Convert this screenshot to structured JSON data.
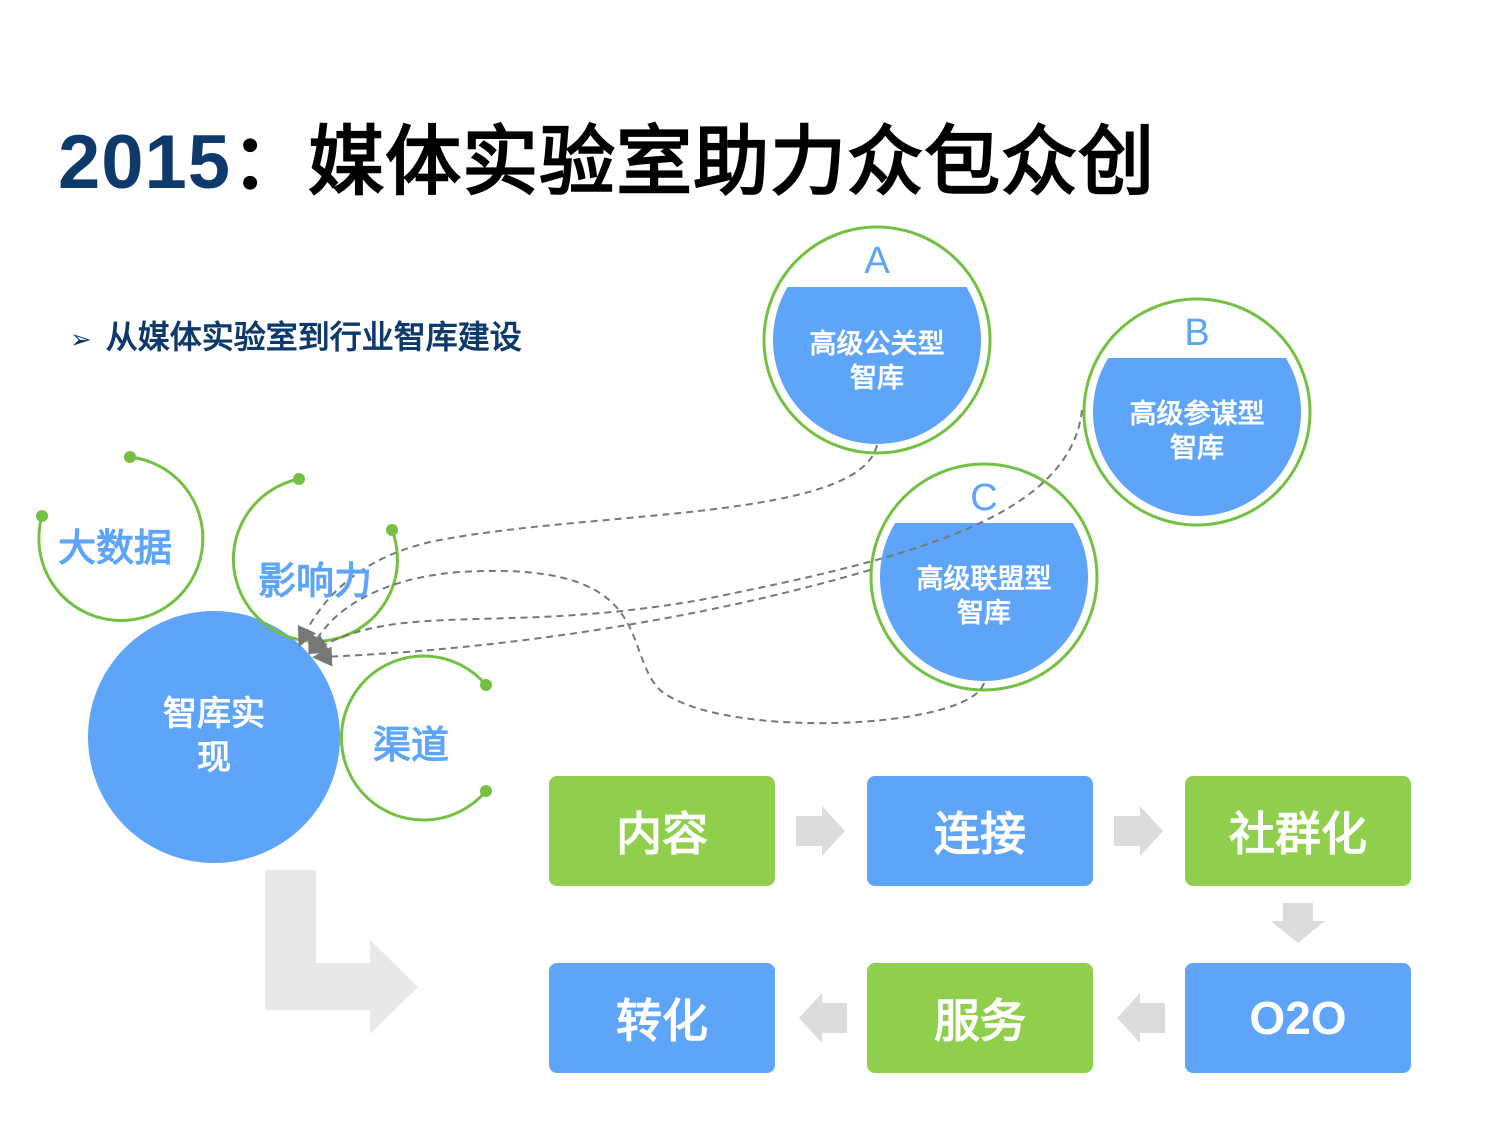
{
  "title": {
    "year": "2015",
    "rest": "：媒体实验室助力众包众创"
  },
  "bullet": {
    "icon": "arrow-bullet-icon",
    "text": "从媒体实验室到行业智库建设"
  },
  "colors": {
    "navy": "#0e3a6b",
    "blue": "#5ea4f8",
    "green": "#8fcf4c",
    "gray_arrow": "#dcdcdc",
    "dash": "#777777"
  },
  "center_circle": {
    "label_line1": "智库实",
    "label_line2": "现"
  },
  "satellites": [
    "大数据",
    "影响力",
    "渠道"
  ],
  "think_tanks": [
    {
      "letter": "A",
      "line1": "高级公关型",
      "line2": "智库"
    },
    {
      "letter": "B",
      "line1": "高级参谋型",
      "line2": "智库"
    },
    {
      "letter": "C",
      "line1": "高级联盟型",
      "line2": "智库"
    }
  ],
  "flow": {
    "row1": [
      "内容",
      "连接",
      "社群化"
    ],
    "row2": [
      "转化",
      "服务",
      "O2O"
    ]
  }
}
